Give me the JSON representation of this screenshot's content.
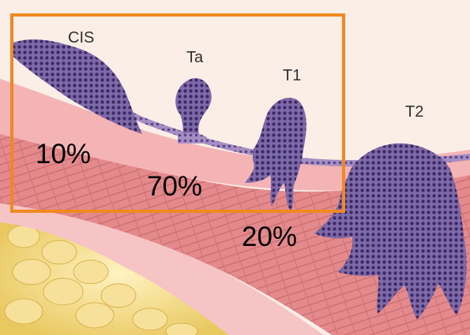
{
  "labels": {
    "cis": "CIS",
    "ta": "Ta",
    "t1": "T1",
    "t2": "T2"
  },
  "percentages": {
    "cis": "10%",
    "ta": "70%",
    "t1": "20%"
  },
  "colors": {
    "highlight_box": "#f08a20",
    "background": "#fbeee6",
    "muscle": "#e58d8f",
    "lamina": "#f4b3b5",
    "tumor_cells": "#4c3a7a",
    "fat": "#f3d77a"
  }
}
